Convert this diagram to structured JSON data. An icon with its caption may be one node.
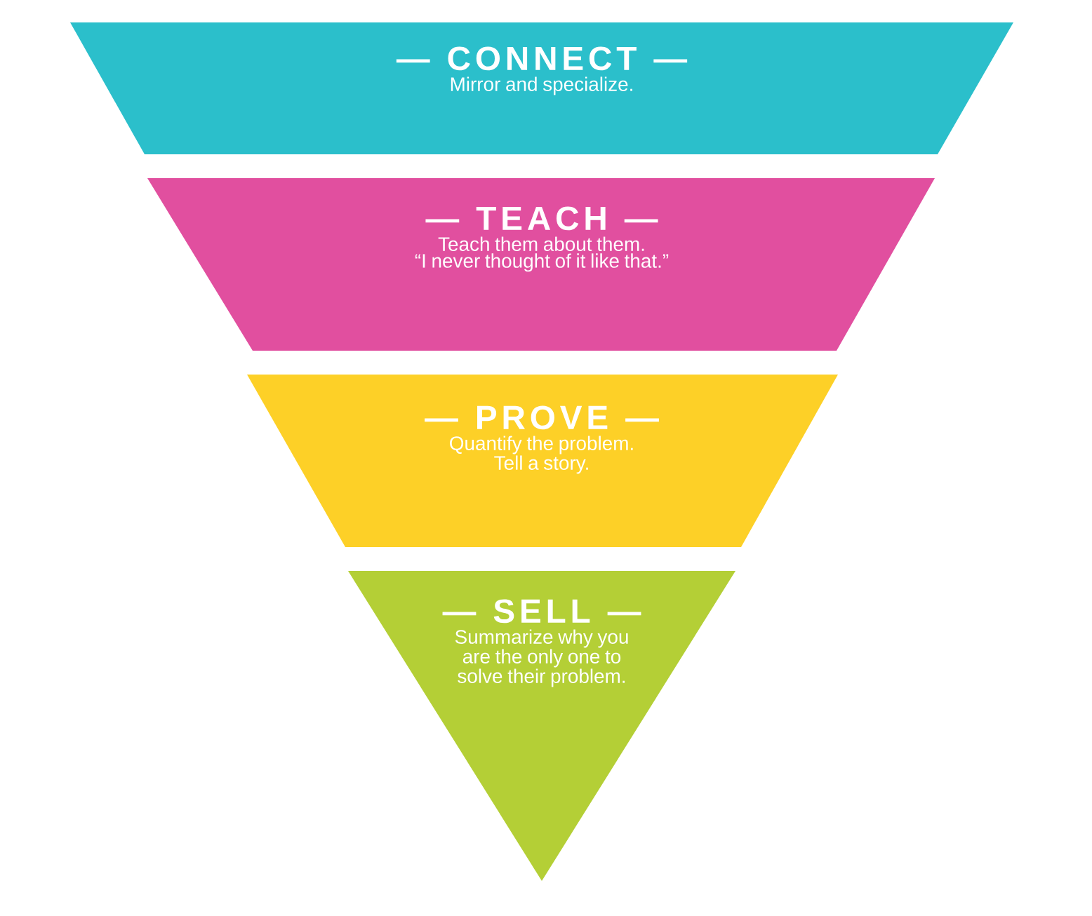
{
  "diagram": {
    "nodes": [
      {
        "text": [
          "— CONNECT —",
          "Mirror and specialize."
        ]
      },
      {
        "text": [
          "— TEACH —",
          "Teach them about them.",
          "“I never thought of it like that.”"
        ]
      },
      {
        "text": [
          "— PROVE —",
          "Quantify the problem.",
          "Tell a story."
        ]
      },
      {
        "text": [
          "— SELL —",
          "Summarize why you are the only one to solve their problem."
        ]
      }
    ]
  }
}
